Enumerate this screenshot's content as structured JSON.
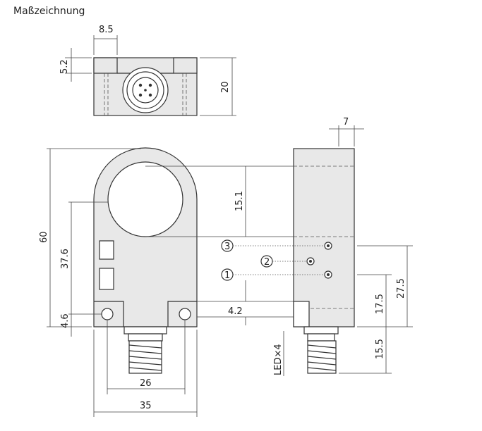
{
  "title": "Maßzeichnung",
  "dimensions": {
    "top_width": "8.5",
    "top_slot": "5.2",
    "top_height": "20",
    "side_width": "7",
    "ring": "15.1",
    "total_height": "60",
    "led_height": "37.6",
    "hole_offset": "4.6",
    "spacing": "4.2",
    "height_17": "17.5",
    "height_27": "27.5",
    "connector": "15.5",
    "hole_spacing": "26",
    "total_width": "35"
  },
  "labels": {
    "led": "LED×4",
    "marker_1": "1",
    "marker_2": "2",
    "marker_3": "3"
  }
}
